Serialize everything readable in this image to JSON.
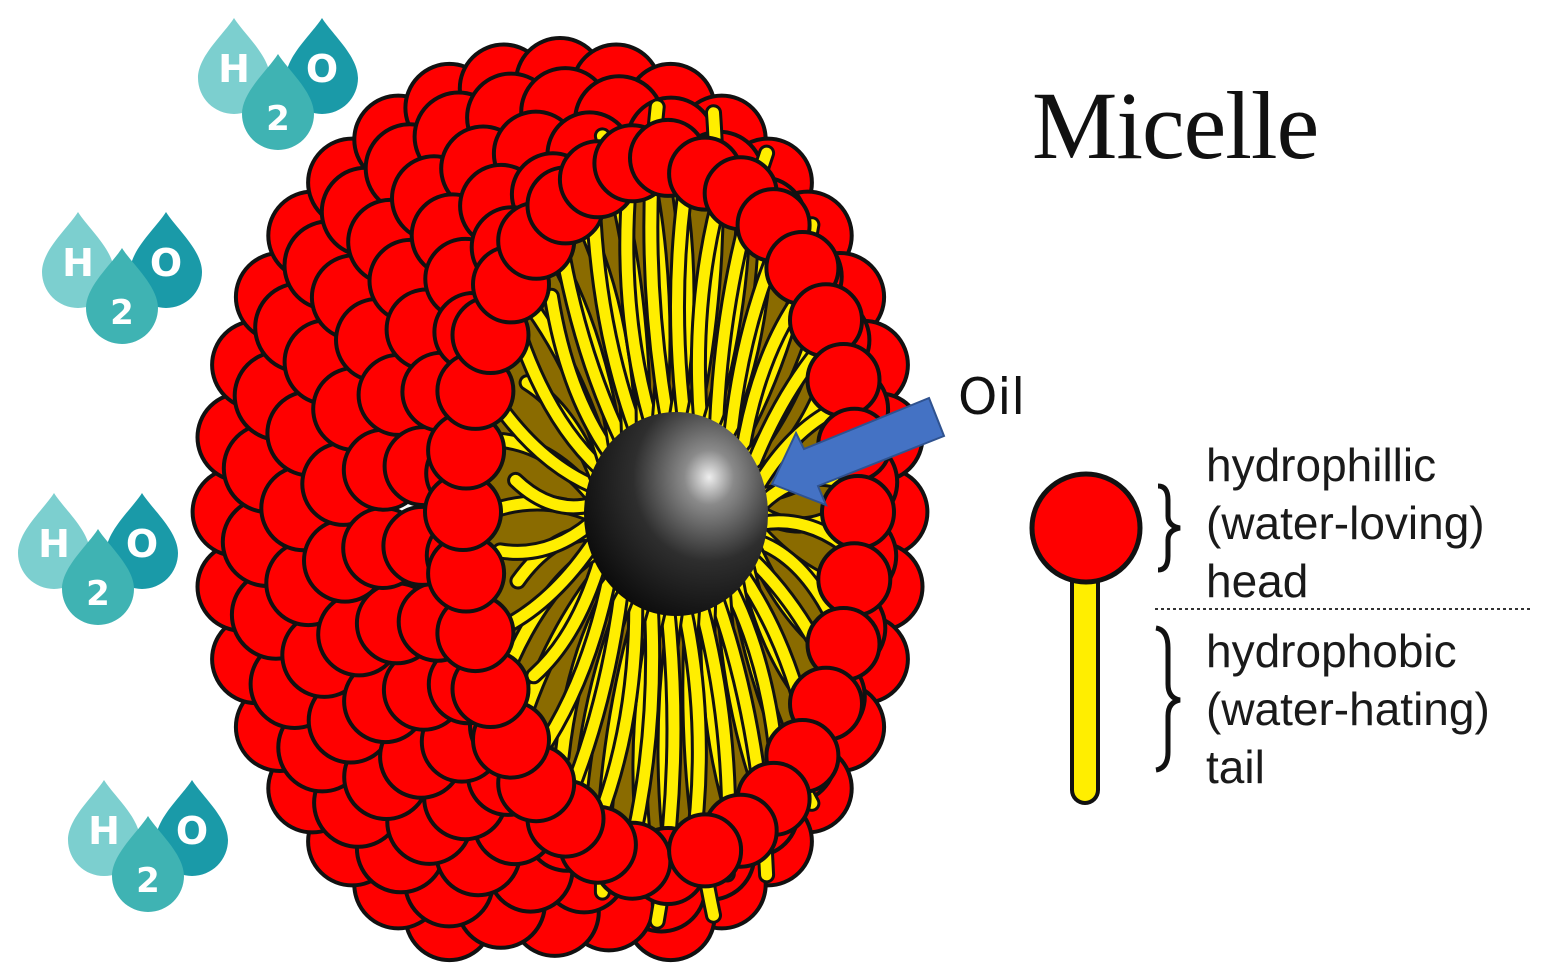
{
  "title": "Micelle",
  "oil_label": "Oil",
  "water_label": {
    "h": "H",
    "sub": "2",
    "o": "O"
  },
  "legend": {
    "head_lines": [
      "hydrophillic",
      "(water-loving)",
      "head"
    ],
    "tail_lines": [
      "hydrophobic",
      "(water-hating)",
      "tail"
    ]
  },
  "colors": {
    "head": "#ff0000",
    "tail": "#ffee00",
    "core": "#2a2a2a",
    "arrow": "#4472c4",
    "drop_light": "#7ccfcf",
    "drop_mid": "#3fb3b3",
    "drop_dark": "#1a9aa8"
  },
  "water_molecule_count": 4
}
